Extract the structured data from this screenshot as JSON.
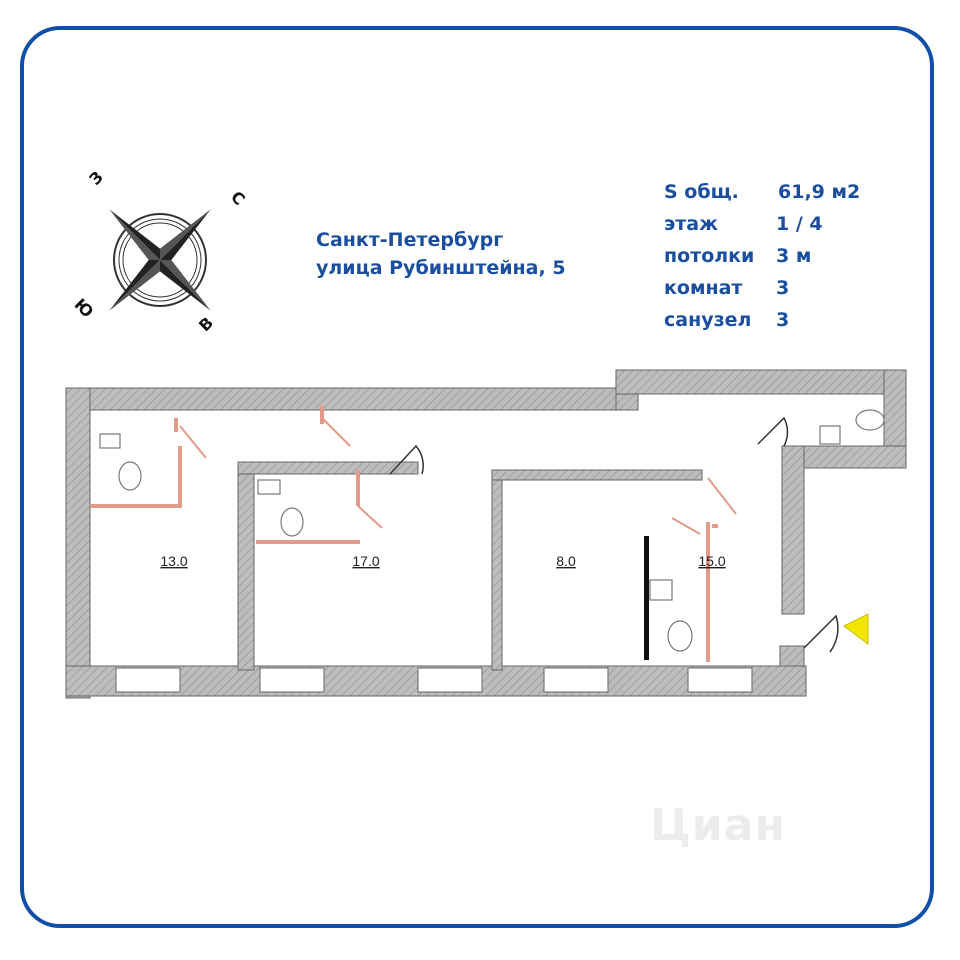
{
  "compass": {
    "north": "С",
    "south": "Ю",
    "east": "В",
    "west": "З"
  },
  "address": {
    "city": "Санкт-Петербург",
    "street": "улица Рубинштейна, 5"
  },
  "specs": [
    {
      "label": "S общ.",
      "value": "61,9 м2"
    },
    {
      "label": "этаж",
      "value": "1 / 4"
    },
    {
      "label": "потолки",
      "value": "3 м"
    },
    {
      "label": "комнат",
      "value": "3"
    },
    {
      "label": "санузел",
      "value": "3"
    }
  ],
  "rooms": [
    {
      "area": "13.0"
    },
    {
      "area": "17.0"
    },
    {
      "area": "8.0"
    },
    {
      "area": "15.0"
    }
  ],
  "colors": {
    "frame": "#0f4fa8",
    "text": "#1a4fa0",
    "wall": "#a9a9a9",
    "plumbing": "#e8a090",
    "entrance_marker": "#f2e600"
  },
  "watermark": "Циан"
}
